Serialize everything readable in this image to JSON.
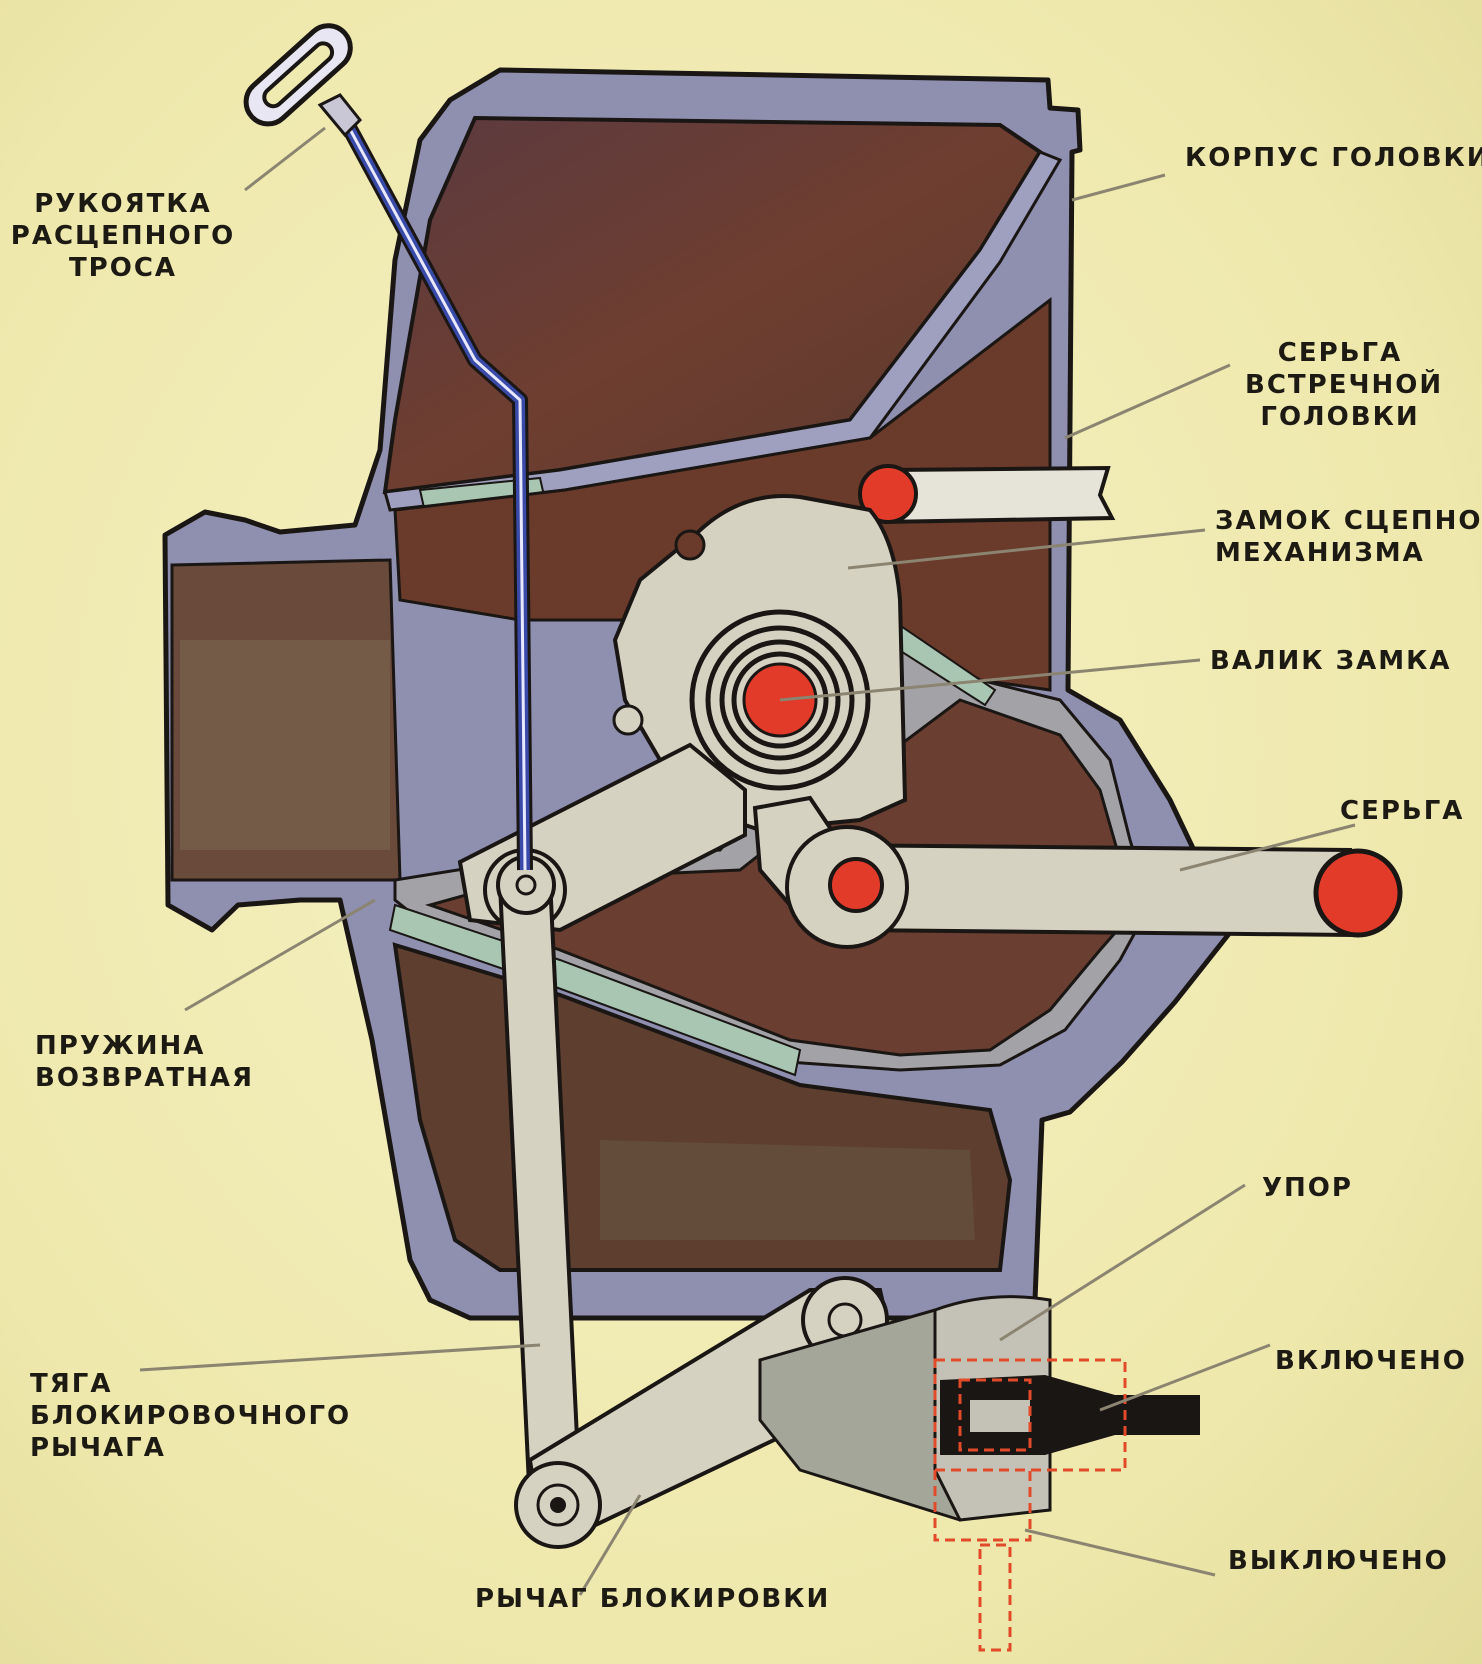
{
  "labels": {
    "handle": [
      "РУКОЯТКА",
      "РАСЦЕПНОГО",
      "ТРОСА"
    ],
    "body": [
      "КОРПУС ГОЛОВКИ"
    ],
    "counter_shackle": [
      "СЕРЬГА",
      "ВСТРЕЧНОЙ",
      "ГОЛОВКИ"
    ],
    "lock": [
      "ЗАМОК СЦЕПНОГО",
      "МЕХАНИЗМА"
    ],
    "lock_shaft": [
      "ВАЛИК ЗАМКА"
    ],
    "shackle": [
      "СЕРЬГА"
    ],
    "spring": [
      "ПРУЖИНА",
      "ВОЗВРАТНАЯ"
    ],
    "stop": [
      "УПОР"
    ],
    "on": [
      "ВКЛЮЧЕНО"
    ],
    "rod": [
      "ТЯГА",
      "БЛОКИРОВОЧНОГО",
      "РЫЧАГА"
    ],
    "off": [
      "ВЫКЛЮЧЕНО"
    ],
    "lever": [
      "РЫЧАГ БЛОКИРОВКИ"
    ]
  },
  "colors": {
    "background": "#efeab0",
    "housing_wall": "#8f8fb0",
    "cavity": "#6a4038",
    "metal_parts": "#d6d2c2",
    "pins": "#e23b2a",
    "outline": "#1a1614",
    "glass_green": "#a8c6b2",
    "plunger": "#1a1614"
  }
}
